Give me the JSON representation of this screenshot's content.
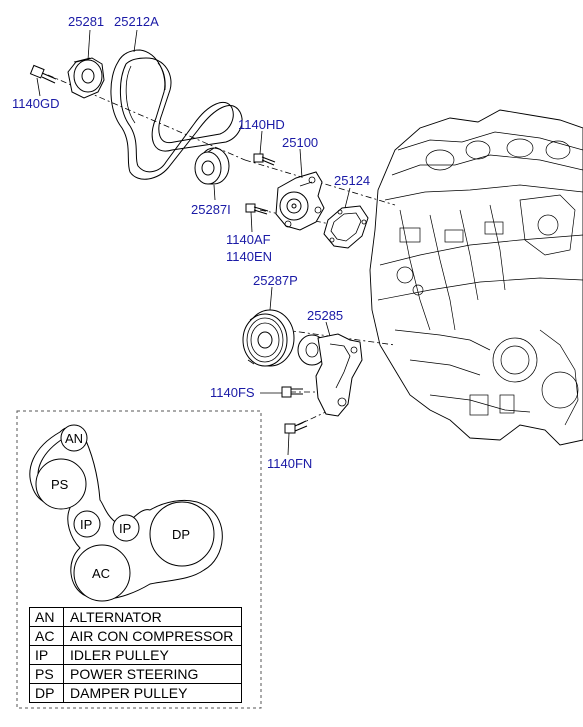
{
  "parts": {
    "p25281": "25281",
    "p25212A": "25212A",
    "p1140GD": "1140GD",
    "p1140HD": "1140HD",
    "p25100": "25100",
    "p25124": "25124",
    "p25287I": "25287I",
    "p1140AF": "1140AF",
    "p1140EN": "1140EN",
    "p25287P": "25287P",
    "p25285": "25285",
    "p1140FS": "1140FS",
    "p1140FN": "1140FN"
  },
  "belt_routing": {
    "an": "AN",
    "ps": "PS",
    "ip1": "IP",
    "ip2": "IP",
    "dp": "DP",
    "ac": "AC"
  },
  "legend": [
    {
      "code": "AN",
      "desc": "ALTERNATOR"
    },
    {
      "code": "AC",
      "desc": "AIR CON COMPRESSOR"
    },
    {
      "code": "IP",
      "desc": "IDLER PULLEY"
    },
    {
      "code": "PS",
      "desc": "POWER STEERING"
    },
    {
      "code": "DP",
      "desc": "DAMPER PULLEY"
    }
  ],
  "colors": {
    "part_label": "#1a1aa6",
    "line": "#000000"
  }
}
